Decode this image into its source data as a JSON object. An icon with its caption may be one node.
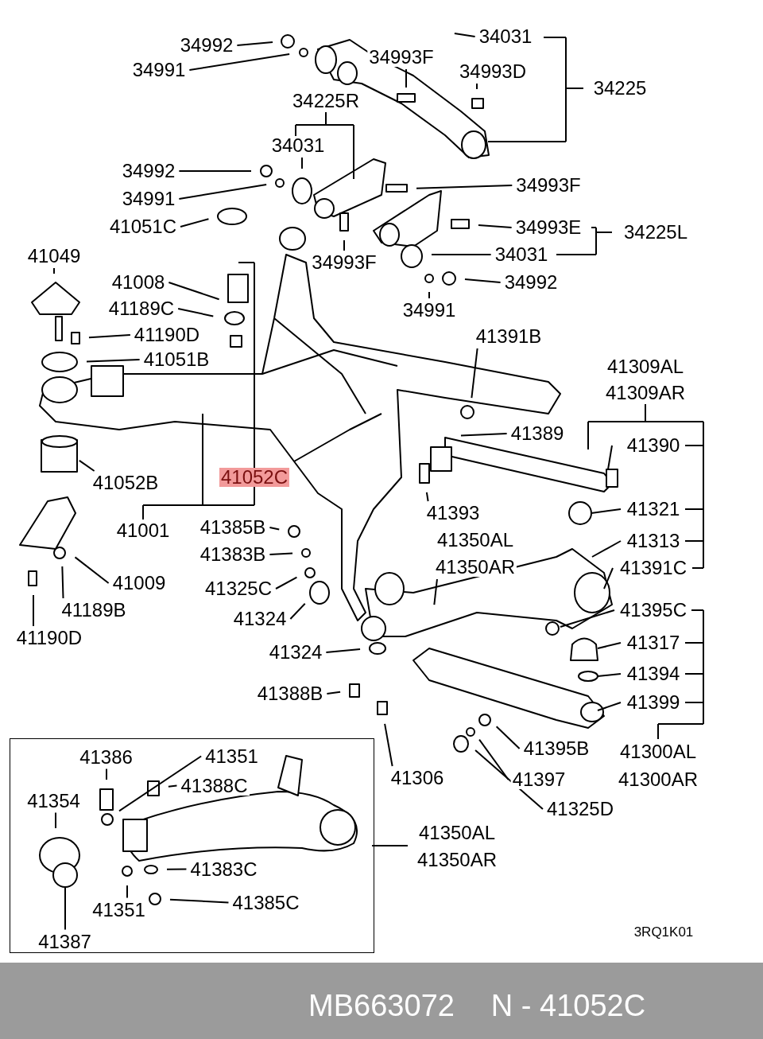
{
  "diagram": {
    "nodes": [
      {
        "text": [
          "34992"
        ]
      },
      {
        "text": [
          "34991"
        ]
      },
      {
        "text": [
          "34031"
        ]
      },
      {
        "text": [
          "34993F"
        ]
      },
      {
        "text": [
          "34993D"
        ]
      },
      {
        "text": [
          "34225"
        ]
      },
      {
        "text": [
          "34225R"
        ]
      },
      {
        "text": [
          "34031"
        ]
      },
      {
        "text": [
          "34992"
        ]
      },
      {
        "text": [
          "34993F"
        ]
      },
      {
        "text": [
          "34991"
        ]
      },
      {
        "text": [
          "41051C"
        ]
      },
      {
        "text": [
          "34993E"
        ]
      },
      {
        "text": [
          "34225L"
        ]
      },
      {
        "text": [
          "34993F"
        ]
      },
      {
        "text": [
          "34031"
        ]
      },
      {
        "text": [
          "41049"
        ]
      },
      {
        "text": [
          "41008"
        ]
      },
      {
        "text": [
          "34992"
        ]
      },
      {
        "text": [
          "41189C"
        ]
      },
      {
        "text": [
          "34991"
        ]
      },
      {
        "text": [
          "41190D"
        ]
      },
      {
        "text": [
          "41391B"
        ]
      },
      {
        "text": [
          "41051B"
        ]
      },
      {
        "text": [
          "41309AL"
        ]
      },
      {
        "text": [
          "41309AR"
        ]
      },
      {
        "text": [
          "41389"
        ]
      },
      {
        "text": [
          "41390"
        ]
      },
      {
        "text": [
          "41052B"
        ]
      },
      {
        "text": [
          "41052C"
        ]
      },
      {
        "text": [
          "41393"
        ]
      },
      {
        "text": [
          "41321"
        ]
      },
      {
        "text": [
          "41001"
        ]
      },
      {
        "text": [
          "41385B"
        ]
      },
      {
        "text": [
          "41350AL"
        ]
      },
      {
        "text": [
          "41313"
        ]
      },
      {
        "text": [
          "41383B"
        ]
      },
      {
        "text": [
          "41350AR"
        ]
      },
      {
        "text": [
          "41391C"
        ]
      },
      {
        "text": [
          "41009"
        ]
      },
      {
        "text": [
          "41325C"
        ]
      },
      {
        "text": [
          "41189B"
        ]
      },
      {
        "text": [
          "41324"
        ]
      },
      {
        "text": [
          "41395C"
        ]
      },
      {
        "text": [
          "41190D"
        ]
      },
      {
        "text": [
          "41317"
        ]
      },
      {
        "text": [
          "41324"
        ]
      },
      {
        "text": [
          "41394"
        ]
      },
      {
        "text": [
          "41388B"
        ]
      },
      {
        "text": [
          "41399"
        ]
      },
      {
        "text": [
          "41395B"
        ]
      },
      {
        "text": [
          "41300AL"
        ]
      },
      {
        "text": [
          "41306"
        ]
      },
      {
        "text": [
          "41397"
        ]
      },
      {
        "text": [
          "41300AR"
        ]
      },
      {
        "text": [
          "41325D"
        ]
      },
      {
        "text": [],
        "shape": "box"
      },
      {
        "text": [
          "41386"
        ],
        "in": 56
      },
      {
        "text": [
          "41351"
        ],
        "in": 56
      },
      {
        "text": [
          "41354"
        ],
        "in": 56
      },
      {
        "text": [
          "41388C"
        ],
        "in": 56
      },
      {
        "text": [
          "41350AL"
        ]
      },
      {
        "text": [
          "41350AR"
        ]
      },
      {
        "text": [
          "41383C"
        ],
        "in": 56
      },
      {
        "text": [
          "41351"
        ],
        "in": 56
      },
      {
        "text": [
          "41385C"
        ],
        "in": 56
      },
      {
        "text": [
          "41387"
        ],
        "in": 56
      },
      {
        "text": [],
        "shape": "circle",
        "in": 56
      }
    ],
    "edges": [
      {
        "from": 0,
        "to": null,
        "arrow": "none"
      },
      {
        "from": 1,
        "to": null,
        "arrow": "none"
      },
      {
        "from": 2,
        "to": null,
        "arrow": "none"
      },
      {
        "from": 3,
        "to": null,
        "arrow": "none"
      },
      {
        "from": 4,
        "to": null,
        "arrow": "none"
      },
      {
        "from": 7,
        "to": null,
        "arrow": "none"
      },
      {
        "from": 8,
        "to": null,
        "arrow": "none"
      },
      {
        "from": 9,
        "to": null,
        "arrow": "none"
      },
      {
        "from": 10,
        "to": null,
        "arrow": "none"
      },
      {
        "from": 11,
        "to": null,
        "arrow": "none"
      },
      {
        "from": 12,
        "to": null,
        "arrow": "none"
      },
      {
        "from": 14,
        "to": null,
        "arrow": "none"
      },
      {
        "from": 15,
        "to": null,
        "arrow": "none"
      },
      {
        "from": 16,
        "to": null,
        "arrow": "none"
      },
      {
        "from": 17,
        "to": null,
        "arrow": "none"
      },
      {
        "from": 18,
        "to": null,
        "arrow": "none"
      },
      {
        "from": 19,
        "to": null,
        "arrow": "none"
      },
      {
        "from": 20,
        "to": null,
        "arrow": "none"
      },
      {
        "from": 21,
        "to": null,
        "arrow": "none"
      },
      {
        "from": 22,
        "to": null,
        "arrow": "none"
      },
      {
        "from": 23,
        "to": null,
        "arrow": "none"
      },
      {
        "from": 26,
        "to": null,
        "arrow": "none"
      },
      {
        "from": 28,
        "to": null,
        "arrow": "none"
      },
      {
        "from": 30,
        "to": null,
        "arrow": "none"
      },
      {
        "from": 33,
        "to": null,
        "arrow": "none"
      },
      {
        "from": 36,
        "to": null,
        "arrow": "none"
      },
      {
        "from": 37,
        "to": null,
        "arrow": "none"
      },
      {
        "from": 39,
        "to": null,
        "arrow": "none"
      },
      {
        "from": 40,
        "to": null,
        "arrow": "none"
      },
      {
        "from": 41,
        "to": null,
        "arrow": "none"
      },
      {
        "from": 42,
        "to": null,
        "arrow": "none"
      },
      {
        "from": 44,
        "to": null,
        "arrow": "none"
      },
      {
        "from": 46,
        "to": null,
        "arrow": "none"
      },
      {
        "from": 48,
        "to": null,
        "arrow": "none"
      },
      {
        "from": 50,
        "to": null,
        "arrow": "none"
      },
      {
        "from": 52,
        "to": null,
        "arrow": "none"
      },
      {
        "from": 53,
        "to": null,
        "arrow": "none"
      },
      {
        "from": 55,
        "to": null,
        "arrow": "none"
      },
      {
        "from": 57,
        "to": null,
        "arrow": "none"
      },
      {
        "from": 58,
        "to": null,
        "arrow": "none"
      },
      {
        "from": 59,
        "to": null,
        "arrow": "none"
      },
      {
        "from": 60,
        "to": null,
        "arrow": "none"
      },
      {
        "from": 63,
        "to": null,
        "arrow": "none"
      },
      {
        "from": 64,
        "to": null,
        "arrow": "none"
      },
      {
        "from": 65,
        "to": null,
        "arrow": "none"
      },
      {
        "from": 66,
        "to": 67,
        "arrow": "none"
      }
    ],
    "labels": [
      "3RQ1K01",
      "MB663072",
      "N - 41052C"
    ]
  }
}
